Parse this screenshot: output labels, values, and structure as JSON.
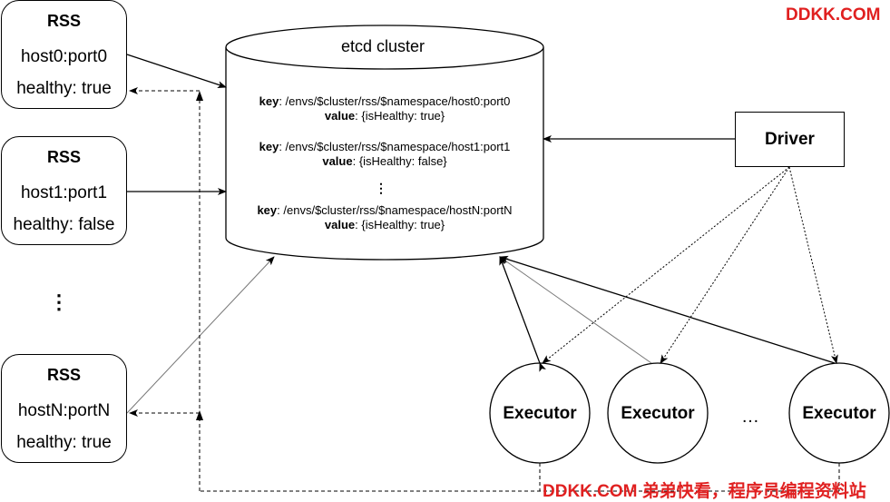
{
  "rss_nodes": [
    {
      "title": "RSS",
      "host": "host0:port0",
      "status": "healthy: true"
    },
    {
      "title": "RSS",
      "host": "host1:port1",
      "status": "healthy: false"
    },
    {
      "title": "RSS",
      "host": "hostN:portN",
      "status": "healthy: true"
    }
  ],
  "rss_ellipsis": "⋮",
  "etcd": {
    "title": "etcd cluster",
    "entries": [
      {
        "key_label": "key",
        "key": ": /envs/$cluster/rss/$namespace/host0:port0",
        "value_label": "value",
        "value": ": {isHealthy: true}"
      },
      {
        "key_label": "key",
        "key": ": /envs/$cluster/rss/$namespace/host1:port1",
        "value_label": "value",
        "value": ": {isHealthy: false}"
      },
      {
        "key_label": "key",
        "key": ": /envs/$cluster/rss/$namespace/hostN:portN",
        "value_label": "value",
        "value": ": {isHealthy: true}"
      }
    ],
    "ellipsis": "⋮"
  },
  "driver": {
    "label": "Driver"
  },
  "executors": [
    "Executor",
    "Executor",
    "Executor"
  ],
  "executor_ellipsis": "…",
  "watermarks": {
    "top": "DDKK.COM",
    "bottom": "DDKK.COM 弟弟快看，程序员编程资料站"
  },
  "colors": {
    "line": "#000000",
    "watermark": "#e02020",
    "gray_line": "#777777"
  }
}
